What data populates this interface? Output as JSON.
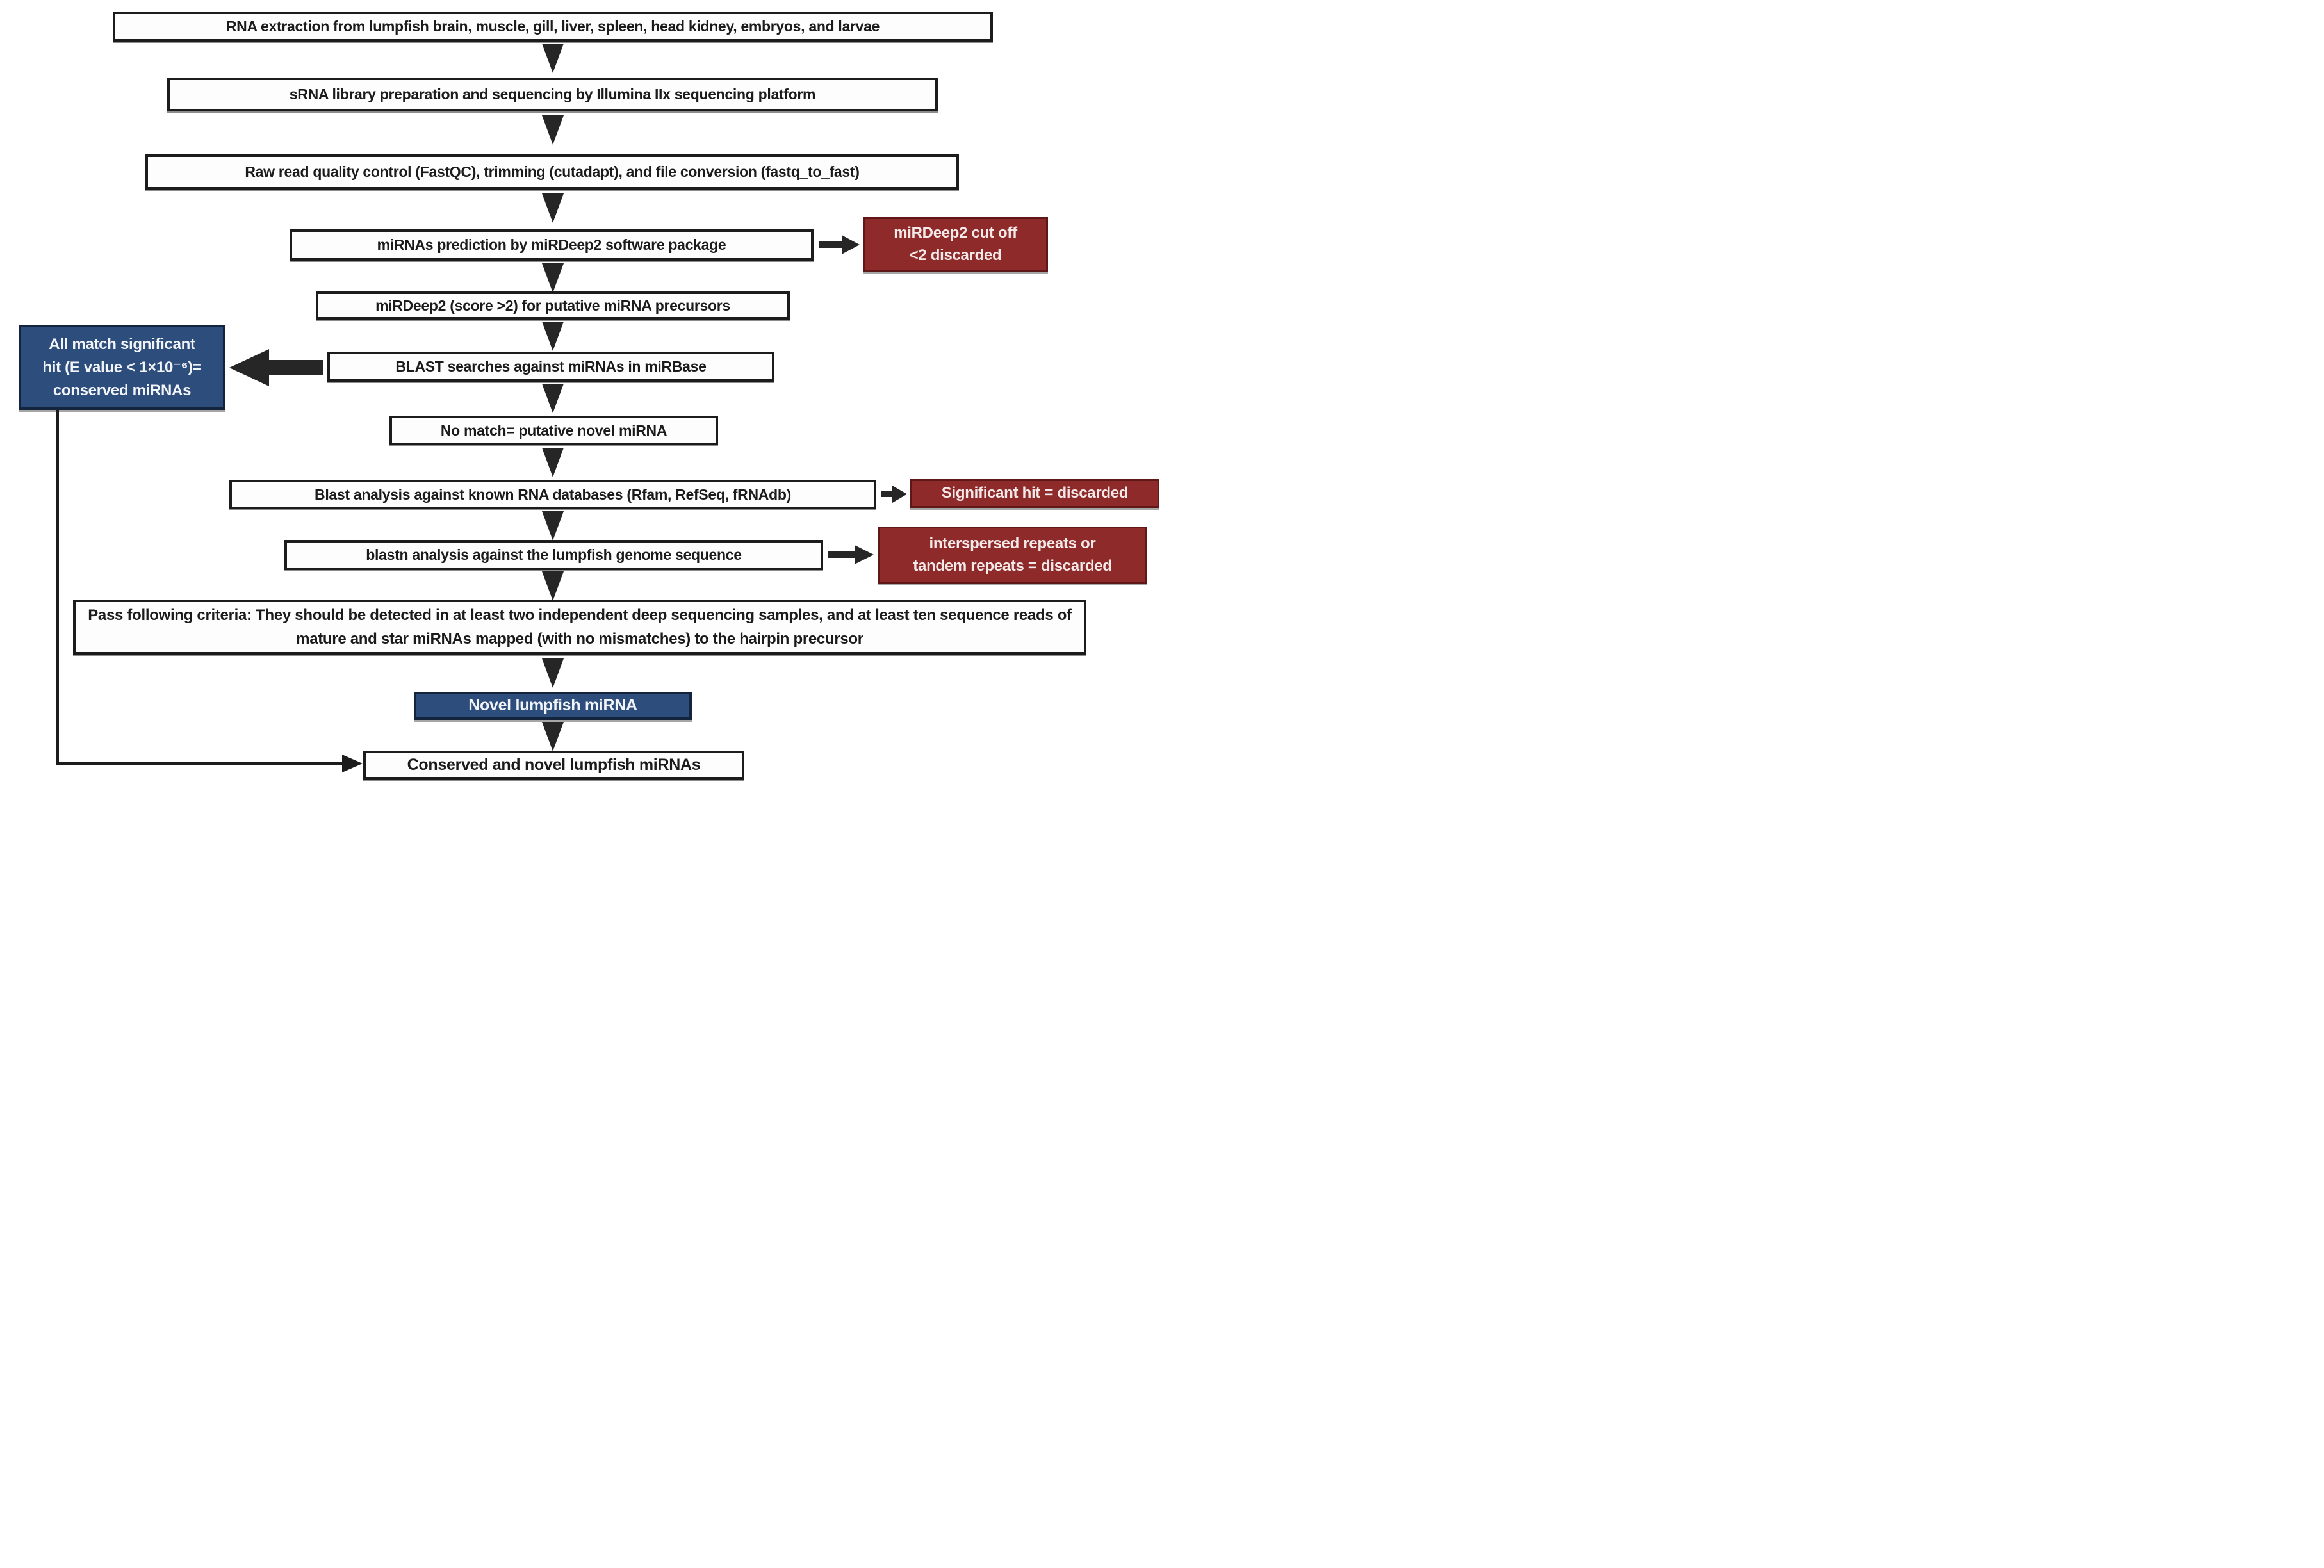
{
  "diagram": {
    "colors": {
      "process_box_bg": "#fdfdfd",
      "process_box_border": "#1c1c1c",
      "discard_box_bg": "#8e2a2a",
      "highlight_box_bg": "#2d4d7c",
      "arrow_color": "#262626",
      "text_dark": "#1b1b1b",
      "text_light": "#f4e9e9"
    },
    "steps": {
      "rna_extraction": "RNA extraction from lumpfish brain, muscle, gill, liver, spleen, head kidney, embryos, and larvae",
      "library_prep": "sRNA library preparation and sequencing by Illumina IIx sequencing platform",
      "quality_control": "Raw read quality control (FastQC), trimming (cutadapt), and file conversion (fastq_to_fast)",
      "mirna_prediction": "miRNAs prediction by miRDeep2 software package",
      "mirdeep_score": "miRDeep2 (score >2) for putative miRNA precursors",
      "blast_mirbase": "BLAST searches against miRNAs in miRBase",
      "no_match": "No match= putative novel miRNA",
      "blast_rna_databases": "Blast analysis against known RNA databases (Rfam, RefSeq, fRNAdb)",
      "blastn_genome": "blastn analysis against the lumpfish genome sequence",
      "pass_criteria": "Pass following criteria:  They should be detected in at least two independent deep sequencing samples, and at least ten sequence reads of mature and star miRNAs mapped (with no mismatches) to the hairpin precursor",
      "novel_mirna": "Novel lumpfish miRNA",
      "conserved_and_novel": "Conserved and novel lumpfish miRNAs"
    },
    "side_notes": {
      "conserved_match": "All match significant\nhit (E value < 1×10⁻⁶)=\nconserved miRNAs",
      "mirdeep_cutoff": "miRDeep2 cut off\n<2  discarded",
      "significant_hit": "Significant hit = discarded",
      "repeats_discarded": "interspersed repeats or\ntandem repeats = discarded"
    }
  }
}
